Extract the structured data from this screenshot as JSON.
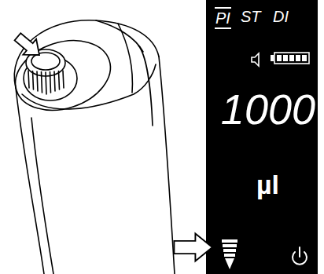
{
  "diagram": {
    "nodes": [
      {
        "text": [
          "PI",
          "ST",
          "DI",
          "1000",
          "µl"
        ]
      }
    ]
  }
}
